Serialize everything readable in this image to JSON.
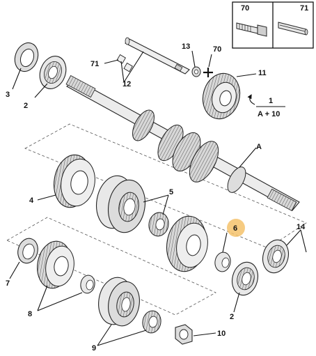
{
  "legend": {
    "box_a_label": "70",
    "box_b_label": "71",
    "formula_number": "1",
    "formula_text": "A + 10"
  },
  "callouts": {
    "c1": "2",
    "c2": "3",
    "c3": "71",
    "c4": "12",
    "c5": "13",
    "c6": "70",
    "c7": "11",
    "c8": "A",
    "c9": "4",
    "c10": "5",
    "c11": "6",
    "c12": "14",
    "c13": "7",
    "c14": "8",
    "c15": "2",
    "c16": "9",
    "c17": "10"
  },
  "colors": {
    "highlight": "#f5c26b",
    "ink": "#111111",
    "metal_light": "#eeeeee",
    "metal_mid": "#cfcfcf",
    "metal_dark": "#9a9a9a"
  },
  "icons": {
    "plus": "plus-icon"
  }
}
